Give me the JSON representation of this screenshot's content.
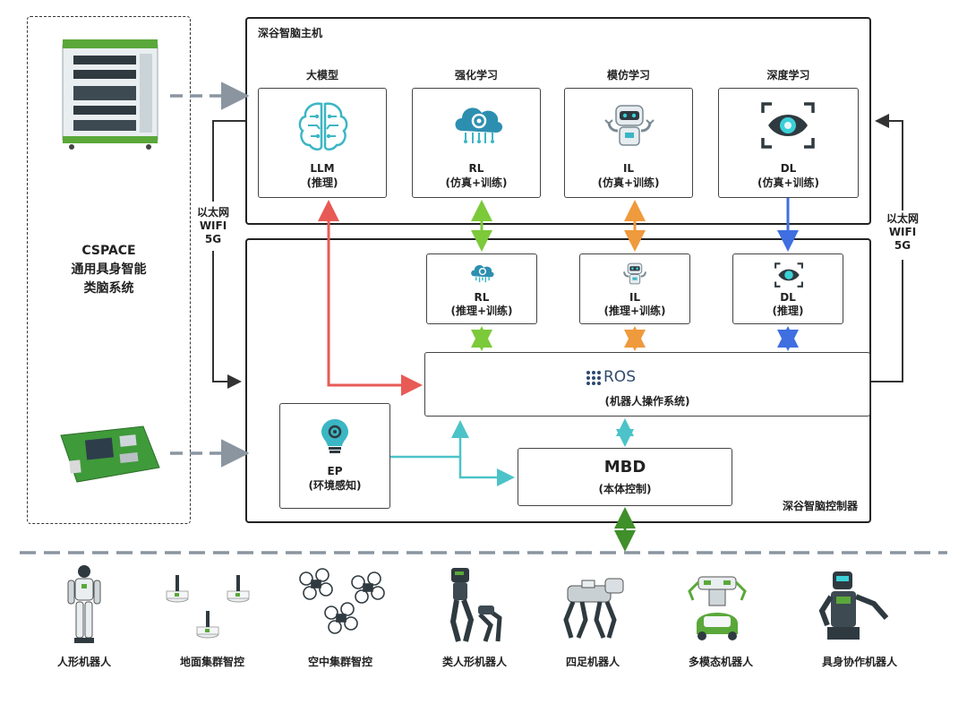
{
  "left_panel": {
    "title_line1": "CSPACE",
    "title_line2": "通用具身智能",
    "title_line3": "类脑系统"
  },
  "host": {
    "title": "深谷智脑主机",
    "modules": [
      {
        "category": "大模型",
        "abbr": "LLM",
        "desc": "(推理)"
      },
      {
        "category": "强化学习",
        "abbr": "RL",
        "desc": "(仿真+训练)"
      },
      {
        "category": "模仿学习",
        "abbr": "IL",
        "desc": "(仿真+训练)"
      },
      {
        "category": "深度学习",
        "abbr": "DL",
        "desc": "(仿真+训练)"
      }
    ]
  },
  "links": {
    "left": {
      "line1": "以太网",
      "line2": "WIFI",
      "line3": "5G"
    },
    "right": {
      "line1": "以太网",
      "line2": "WIFI",
      "line3": "5G"
    }
  },
  "controller": {
    "title": "深谷智脑控制器",
    "modules": [
      {
        "abbr": "RL",
        "desc": "(推理+训练)"
      },
      {
        "abbr": "IL",
        "desc": "(推理+训练)"
      },
      {
        "abbr": "DL",
        "desc": "(推理)"
      }
    ],
    "ros": {
      "logo": "ROS",
      "desc": "(机器人操作系统)"
    },
    "ep": {
      "abbr": "EP",
      "desc": "(环境感知)"
    },
    "mbd": {
      "abbr": "MBD",
      "desc": "(本体控制)"
    }
  },
  "robots": [
    {
      "label": "人形机器人"
    },
    {
      "label": "地面集群智控"
    },
    {
      "label": "空中集群智控"
    },
    {
      "label": "类人形机器人"
    },
    {
      "label": "四足机器人"
    },
    {
      "label": "多模态机器人"
    },
    {
      "label": "具身协作机器人"
    }
  ],
  "colors": {
    "red": "#e85a55",
    "green": "#7cc93a",
    "orange": "#ef9a3c",
    "blue": "#3f6fe0",
    "teal": "#4cc3c8",
    "darkgreen": "#3f8f2a",
    "gray": "#8a95a0"
  }
}
